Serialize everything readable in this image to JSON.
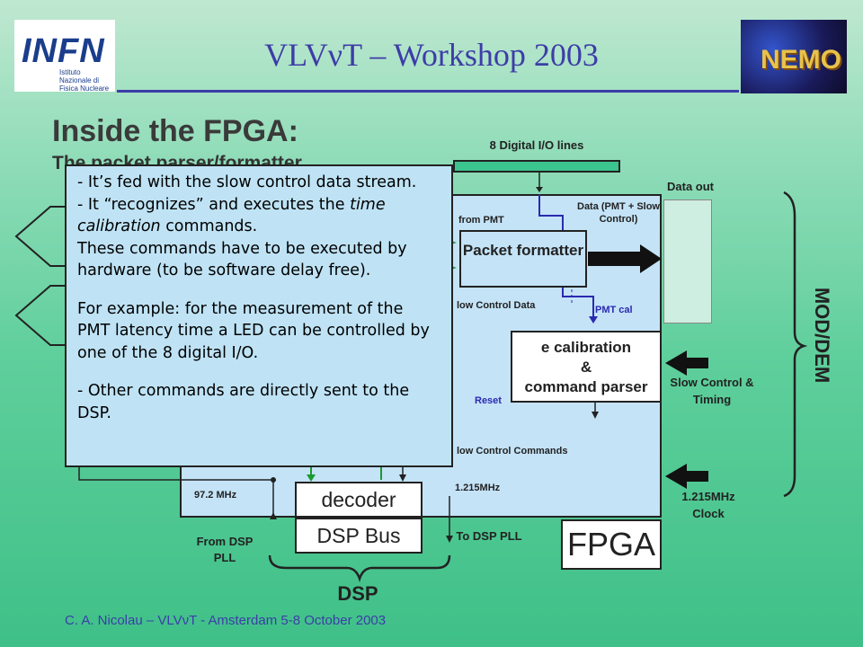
{
  "header": {
    "title": "VLVνT – Workshop 2003",
    "logo_left_text": "INFN",
    "logo_left_sub": "Istituto Nazionale di Fisica Nucleare",
    "logo_right_text": "NEMO"
  },
  "slide": {
    "heading": "Inside the FPGA:",
    "subheading": "The packet parser/formatter"
  },
  "popup": {
    "line1": " - It’s fed with the slow control data stream.",
    "line2_pre": " - It “recognizes” and executes the ",
    "line2_em": "time calibration",
    "line2_post": " commands.",
    "line3": "These commands have to be executed by hardware (to be software delay free).",
    "line4": "For example: for the measurement of the PMT latency time a LED can be controlled by one of the 8 digital I/O.",
    "line5": " - Other commands are directly sent to the DSP."
  },
  "diagram": {
    "io_lines": "8 Digital I/O lines",
    "data_out": "Data out",
    "from_pmt": "from PMT",
    "data_pmt_sc": "Data (PMT + Slow Control)",
    "packet_formatter": "Packet formatter",
    "slow_control_data": "low Control Data",
    "pmt_cal": "PMT cal",
    "time_cal_line1": "e calibration",
    "time_cal_line2": "&",
    "time_cal_line3": "command parser",
    "reset": "Reset",
    "slow_control_commands": "low Control Commands",
    "slow_control_timing": "Slow Control & Timing",
    "clock_1215_in": "1.215MHz Clock",
    "clock_1215": "1.215MHz",
    "clock_972": "97.2 MHz",
    "decoder": "decoder",
    "dsp_bus": "DSP Bus",
    "fpga": "FPGA",
    "from_dsp_pll": "From DSP PLL",
    "to_dsp_pll": "To DSP PLL",
    "dsp": "DSP",
    "mod_dem": "MOD/DEM"
  },
  "footer": {
    "text": "C. A. Nicolau – VLVνT - Amsterdam 5-8 October 2003"
  },
  "colors": {
    "title": "#3d3da8",
    "popup_bg": "#bfe3f5",
    "fpga_bg": "#c4e3f7",
    "io_green": "#3bc48e",
    "wire_blue": "#2a2ab0",
    "wire_green": "#1a9a30"
  }
}
